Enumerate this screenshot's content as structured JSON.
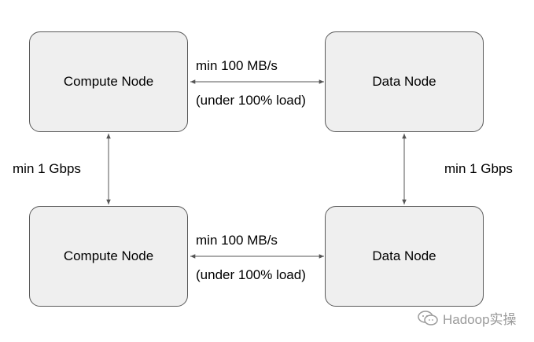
{
  "nodes": {
    "compute_top": "Compute Node",
    "data_top": "Data Node",
    "compute_bottom": "Compute Node",
    "data_bottom": "Data Node"
  },
  "links": {
    "top_horizontal": {
      "line1": "min 100 MB/s",
      "line2": "(under 100% load)"
    },
    "bottom_horizontal": {
      "line1": "min 100 MB/s",
      "line2": "(under 100% load)"
    },
    "left_vertical": "min 1 Gbps",
    "right_vertical": "min 1 Gbps"
  },
  "watermark": {
    "text": "Hadoop实操",
    "icon": "wechat-icon"
  },
  "colors": {
    "node_fill": "#efefef",
    "node_border": "#595959",
    "arrow": "#555555"
  }
}
